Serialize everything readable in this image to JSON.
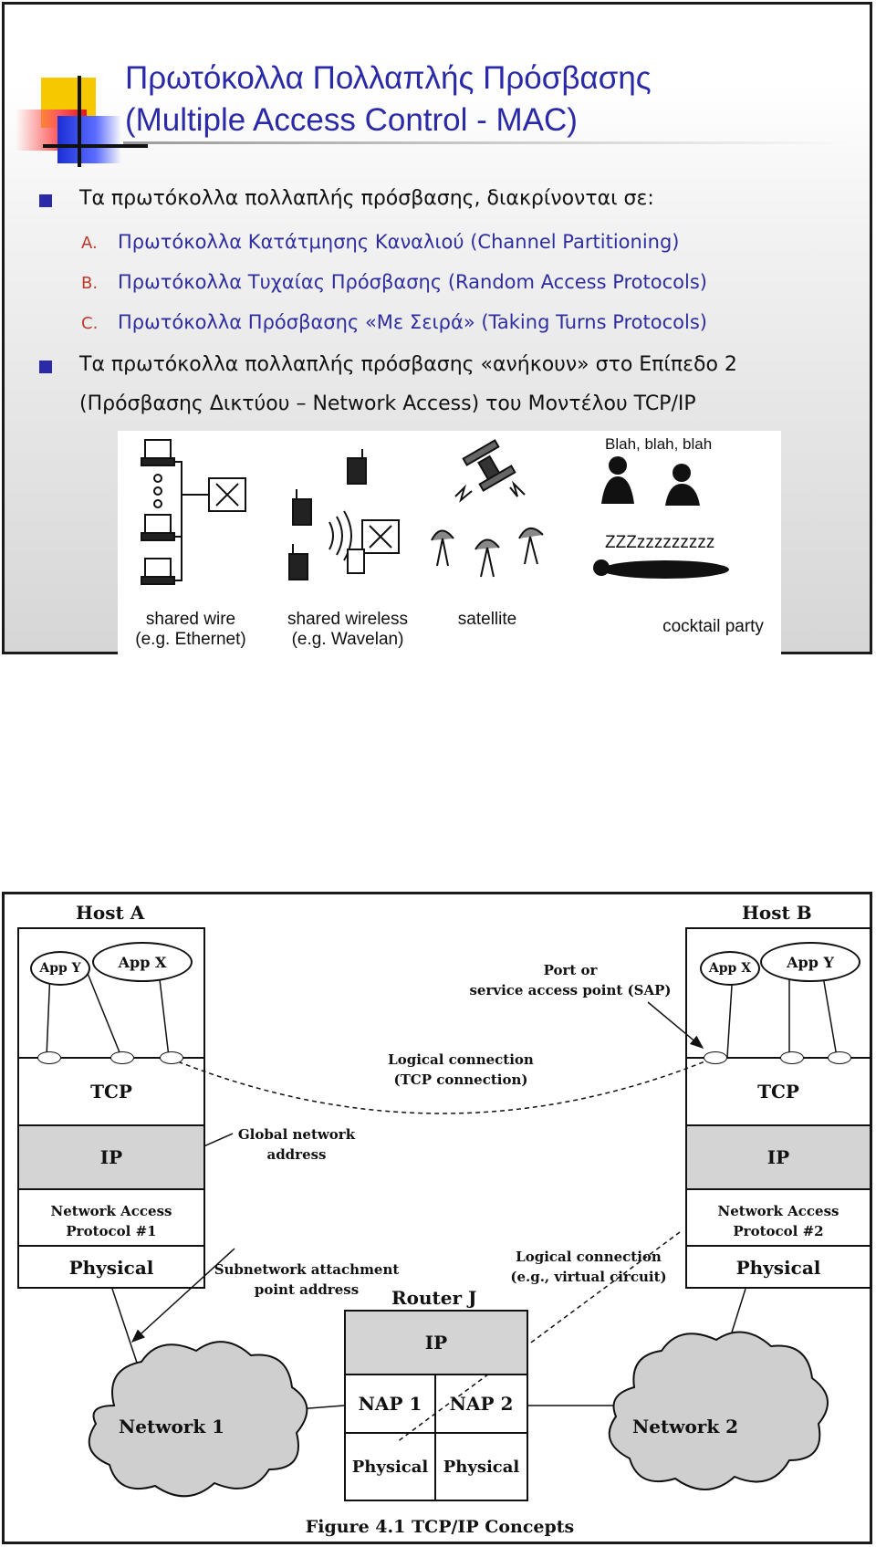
{
  "slide1": {
    "title_line1": "Πρωτόκολλα Πολλαπλής Πρόσβασης",
    "title_line2": "(Multiple Access Control - MAC)",
    "bullet1": "Τα πρωτόκολλα πολλαπλής πρόσβασης, διακρίνονται σε:",
    "subitems": [
      {
        "marker": "A.",
        "text": "Πρωτόκολλα Κατάτμησης Καναλιού (Channel Partitioning)"
      },
      {
        "marker": "B.",
        "text": "Πρωτόκολλα Τυχαίας Πρόσβασης (Random Access Protocols)"
      },
      {
        "marker": "C.",
        "text": "Πρωτόκολλα Πρόσβασης «Με Σειρά» (Taking Turns Protocols)"
      }
    ],
    "bullet2_line1": "Τα πρωτόκολλα πολλαπλής πρόσβασης «ανήκουν» στο Επίπεδο 2",
    "bullet2_line2": "(Πρόσβασης Δικτύου – Network Access) του Μοντέλου TCP/IP",
    "figure": {
      "captions": {
        "wire_1": "shared wire",
        "wire_2": "(e.g. Ethernet)",
        "wireless_1": "shared wireless",
        "wireless_2": "(e.g. Wavelan)",
        "satellite": "satellite",
        "party": "cocktail party",
        "blah": "Blah, blah, blah",
        "zzz": "ZZZzzzzzzzzz"
      }
    }
  },
  "slide2": {
    "host_a": "Host A",
    "host_b": "Host B",
    "app_y": "App Y",
    "app_x": "App X",
    "tcp": "TCP",
    "ip": "IP",
    "nap1_line1": "Network Access",
    "nap1_line2": "Protocol #1",
    "nap2_line1": "Network Access",
    "nap2_line2": "Protocol #2",
    "physical": "Physical",
    "port_label_1": "Port or",
    "port_label_2": "service access point (SAP)",
    "logical_tcp_1": "Logical connection",
    "logical_tcp_2": "(TCP connection)",
    "global_1": "Global network",
    "global_2": "address",
    "subnet_1": "Subnetwork attachment",
    "subnet_2": "point address",
    "logical_vc_1": "Logical connection",
    "logical_vc_2": "(e.g., virtual circuit)",
    "router": "Router J",
    "nap_1": "NAP 1",
    "nap_2": "NAP 2",
    "network1": "Network 1",
    "network2": "Network 2",
    "caption": "Figure 4.1   TCP/IP Concepts"
  }
}
